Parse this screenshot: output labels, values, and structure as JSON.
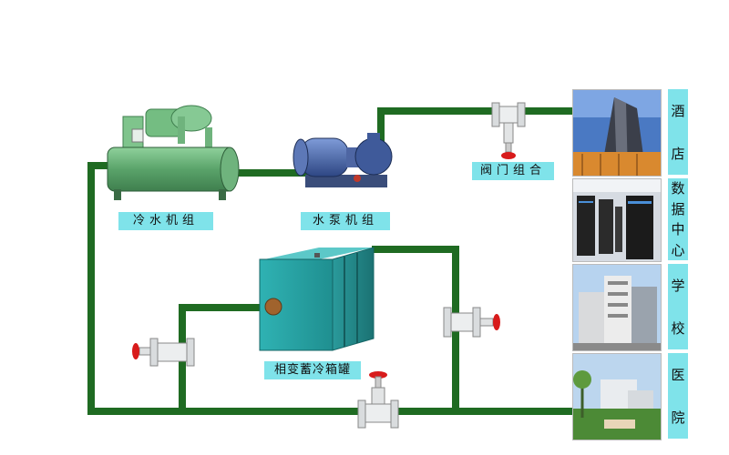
{
  "equipment": {
    "chiller": "冷水机组",
    "pump": "水泵机组",
    "valve_group": "阀门组合",
    "storage_tank": "相变蓄冷箱罐"
  },
  "buildings": [
    {
      "name": "hotel",
      "chars": [
        "酒",
        "店"
      ]
    },
    {
      "name": "data-center",
      "chars": [
        "数",
        "据",
        "中",
        "心"
      ]
    },
    {
      "name": "school",
      "chars": [
        "学",
        "校"
      ]
    },
    {
      "name": "hospital",
      "chars": [
        "医",
        "院"
      ]
    }
  ],
  "colors": {
    "pipe": "#1f6b22",
    "pipe_light": "#2e8b33",
    "label_bg": "#7fe3ea",
    "tank": "#2fa8a8",
    "chiller": "#5aa36a",
    "pump": "#3d5b9a",
    "valve_handle": "#d81b1b"
  }
}
